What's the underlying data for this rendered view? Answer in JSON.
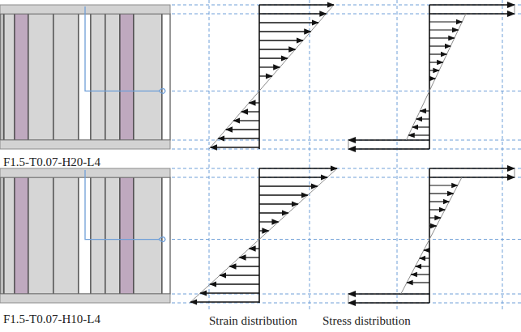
{
  "diagram": {
    "labels": [
      "F1.5-T0.07-H20-L4",
      "F1.5-T0.07-H10-L4",
      "Strain distribution",
      "Stress distribution"
    ]
  }
}
